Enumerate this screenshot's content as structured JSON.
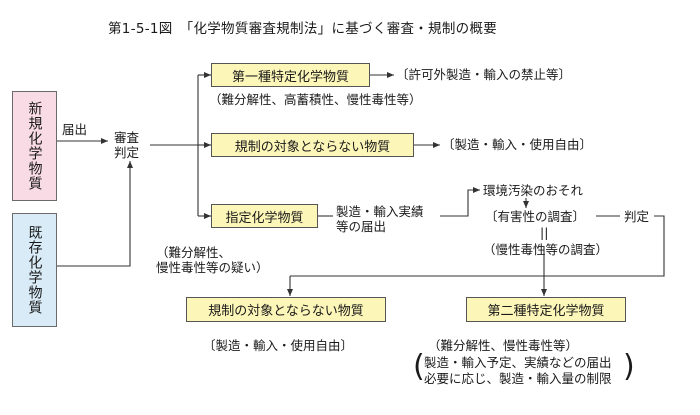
{
  "title": "第1-5-1図　「化学物質審査規制法」に基づく審査・規制の概要",
  "left": {
    "new_substance": "新規化学物質",
    "existing_substance": "既存化学物質",
    "notification": "届出",
    "review": "審査\n判定"
  },
  "class1": {
    "label": "第一種特定化学物質",
    "note": "〔許可外製造・輸入の禁止等〕",
    "criteria": "（難分解性、高蓄積性、慢性毒性等）"
  },
  "unregulated_top": {
    "label": "規制の対象とならない物質",
    "note": "〔製造・輸入・使用自由〕"
  },
  "designated": {
    "label": "指定化学物質",
    "report": "製造・輸入実績\n等の届出",
    "pollution_risk": "環境汚染のおそれ",
    "harm_survey": "〔有害性の調査〕",
    "equals": "||",
    "chronic_survey": "（慢性毒性等の調査）",
    "judgment": "判定",
    "suspicion": "（難分解性、\n慢性毒性等の疑い）"
  },
  "unregulated_bottom": {
    "label": "規制の対象とならない物質",
    "note": "〔製造・輸入・使用自由〕"
  },
  "class2": {
    "label": "第二種特定化学物質",
    "criteria": "（難分解性、慢性毒性等）",
    "measure1": "製造・輸入予定、実績などの届出",
    "measure2": "必要に応じ、製造・輸入量の制限",
    "paren_open": "(",
    "paren_close": ")"
  },
  "colors": {
    "yellow_box": "#fdf6b9",
    "pink_box": "#f9dbe6",
    "blue_box": "#d8ebf7",
    "line": "#333333"
  }
}
